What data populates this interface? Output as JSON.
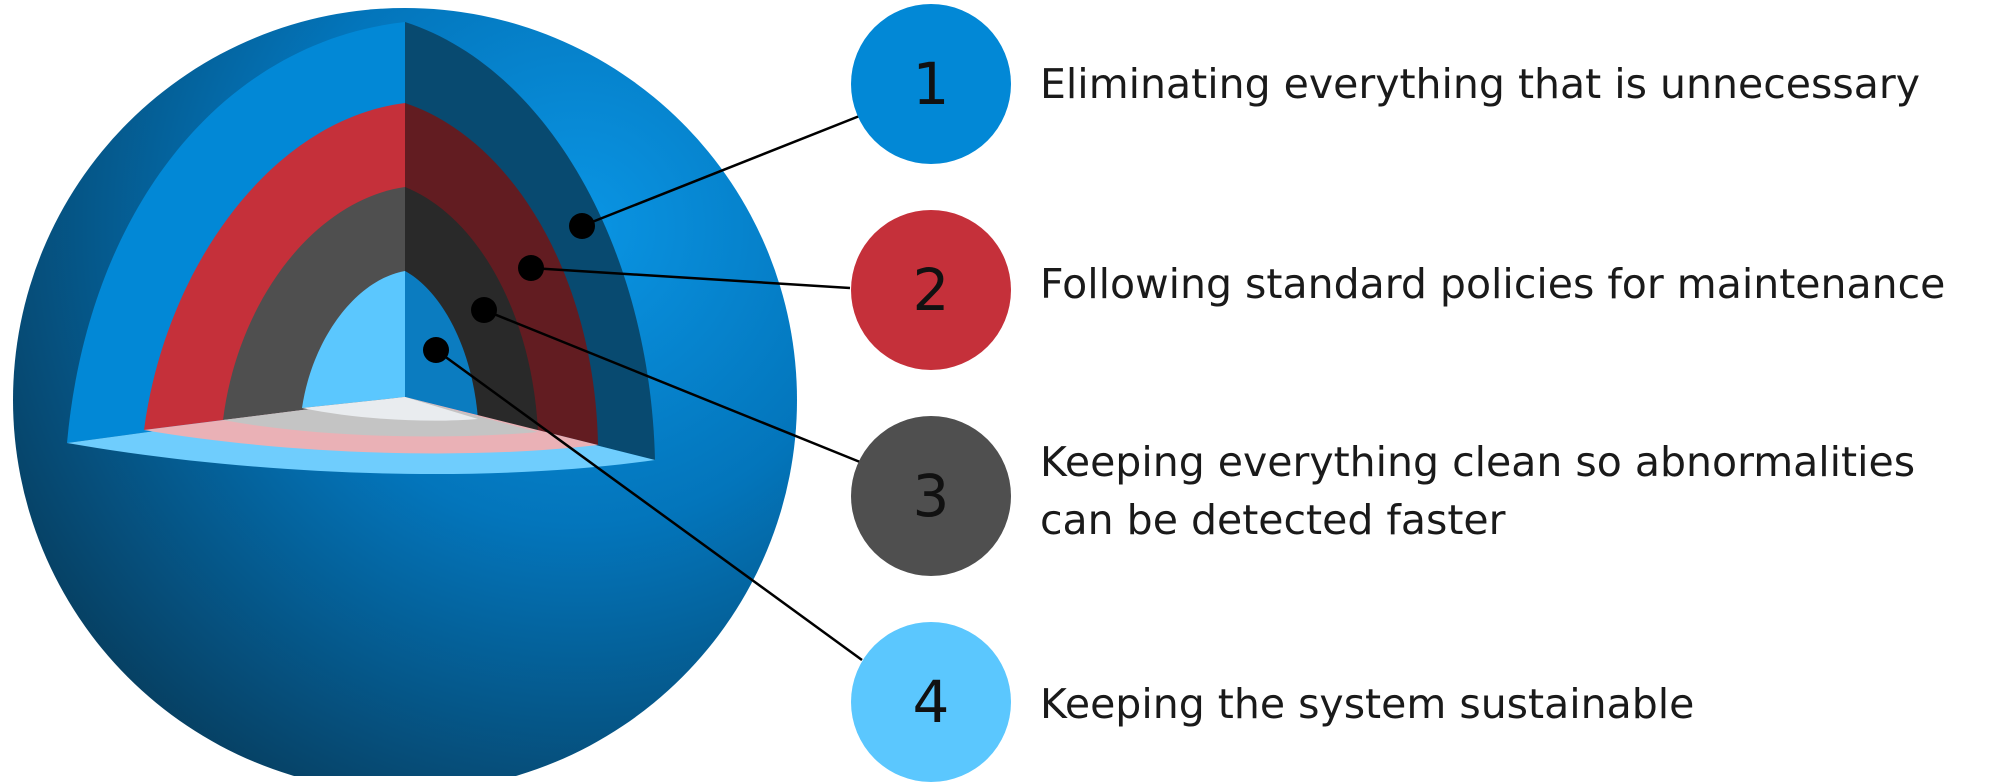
{
  "items": [
    {
      "number": "1",
      "lines": [
        "Eliminating everything that is unnecessary"
      ],
      "color": "#0288d6"
    },
    {
      "number": "2",
      "lines": [
        "Following standard policies for maintenance"
      ],
      "color": "#c5303a"
    },
    {
      "number": "3",
      "lines": [
        "Keeping everything clean so abnormalities",
        "can be detected faster"
      ],
      "color": "#4f4f4f"
    },
    {
      "number": "4",
      "lines": [
        "Keeping the system sustainable"
      ],
      "color": "#5bc7fe"
    }
  ],
  "sphere_colors": {
    "outer_shell": "#0288d6",
    "outer_shell_shadow": "#0b4a6e",
    "layer_red": "#c5303a",
    "layer_red_dark": "#621c21",
    "layer_gray": "#4f4f4f",
    "layer_gray_dark": "#2a2a2a",
    "core": "#5bc7fe",
    "core_dark": "#0b7cc0"
  }
}
